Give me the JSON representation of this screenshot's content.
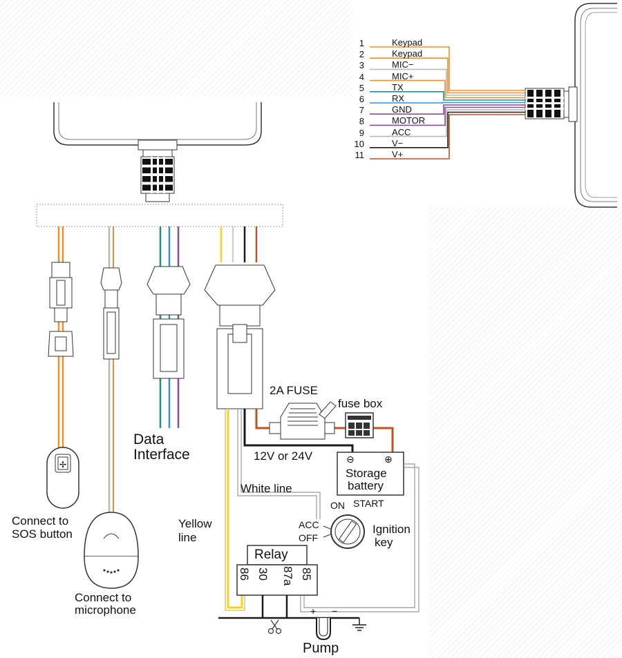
{
  "colors": {
    "orange": "#e8922c",
    "gray": "#b8b8b8",
    "teal": "#1a8f8a",
    "blue": "#3a8fd0",
    "purple": "#8a4a9a",
    "yellow": "#f2d320",
    "black": "#1a1a1a",
    "red": "#c0521c",
    "white_wire": "#d8d8d8"
  },
  "pins": [
    {
      "num": "1",
      "name": "Keypad",
      "color": "#e8922c"
    },
    {
      "num": "2",
      "name": "Keypad",
      "color": "#e8922c"
    },
    {
      "num": "3",
      "name": "MIC−",
      "color": "#b8b8b8"
    },
    {
      "num": "4",
      "name": "MIC+",
      "color": "#e8922c"
    },
    {
      "num": "5",
      "name": "TX",
      "color": "#1a8f8a"
    },
    {
      "num": "6",
      "name": "RX",
      "color": "#3a8fd0"
    },
    {
      "num": "7",
      "name": "GND",
      "color": "#8a4a9a"
    },
    {
      "num": "8",
      "name": "MOTOR",
      "color": "#8a4a9a"
    },
    {
      "num": "9",
      "name": "ACC",
      "color": "#b8b8b8"
    },
    {
      "num": "10",
      "name": "V−",
      "color": "#1a1a1a"
    },
    {
      "num": "11",
      "name": "V+",
      "color": "#c0521c"
    }
  ],
  "labels": {
    "data_interface_1": "Data",
    "data_interface_2": "Interface",
    "sos_1": "Connect to",
    "sos_2": "SOS button",
    "mic_1": "Connect to",
    "mic_2": "microphone",
    "fuse": "2A FUSE",
    "fuse_box": "fuse box",
    "voltage": "12V or 24V",
    "battery_1": "Storage",
    "battery_2": "battery",
    "battery_minus": "⊖",
    "battery_plus": "⊕",
    "white_line": "White line",
    "yellow_1": "Yellow",
    "yellow_2": "line",
    "on": "ON",
    "start": "START",
    "acc": "ACC",
    "off": "OFF",
    "ignition_1": "Ignition",
    "ignition_2": "key",
    "relay": "Relay",
    "relay_86": "86",
    "relay_30": "30",
    "relay_87a": "87a",
    "relay_85": "85",
    "pump": "Pump",
    "pump_plus": "+",
    "pump_minus": "−"
  }
}
